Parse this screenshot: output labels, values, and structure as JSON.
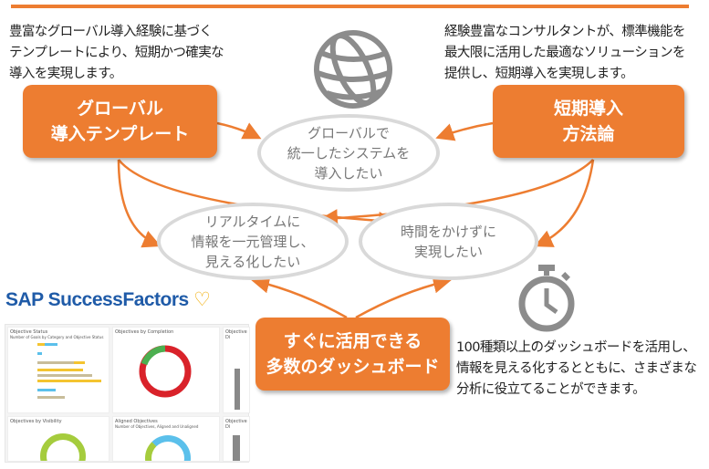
{
  "colors": {
    "accent": "#ED7D31",
    "oval_border": "#d9d9d9",
    "logo_blue": "#1f5ba8"
  },
  "left_description": "豊富なグローバル導入経験に基づく\nテンプレートにより、短期かつ確実な\n導入を実現します。",
  "right_description": "経験豊富なコンサルタントが、標準機能を\n最大限に活用した最適なソリューションを\n提供し、短期導入を実現します。",
  "bottom_description": "100種類以上のダッシュボードを活用し、\n情報を見える化するとともに、さまざまな\n分析に役立てることができます。",
  "boxes": {
    "global_template": "グローバル\n導入テンプレート",
    "short_term": "短期導入\n方法論",
    "dashboards": "すぐに活用できる\n多数のダッシュボード"
  },
  "needs": {
    "unified_system": "グローバルで\n統一したシステムを\n導入したい",
    "realtime": "リアルタイムに\n情報を一元管理し、\n見える化したい",
    "quick": "時間をかけずに\n実現したい"
  },
  "logo": "SAP SuccessFactors",
  "dashboard": {
    "panels": [
      "Objective Status",
      "Objectives by Completion",
      "Objective Di",
      "Objectives by Visibility",
      "Aligned Objectives",
      "Objective Di"
    ],
    "subtitles": [
      "Number of Goals by Category and Objective Status",
      "Number of Objectives, Aligned and Unaligned"
    ]
  },
  "icons": [
    "globe-icon",
    "stopwatch-icon",
    "heart-icon"
  ]
}
